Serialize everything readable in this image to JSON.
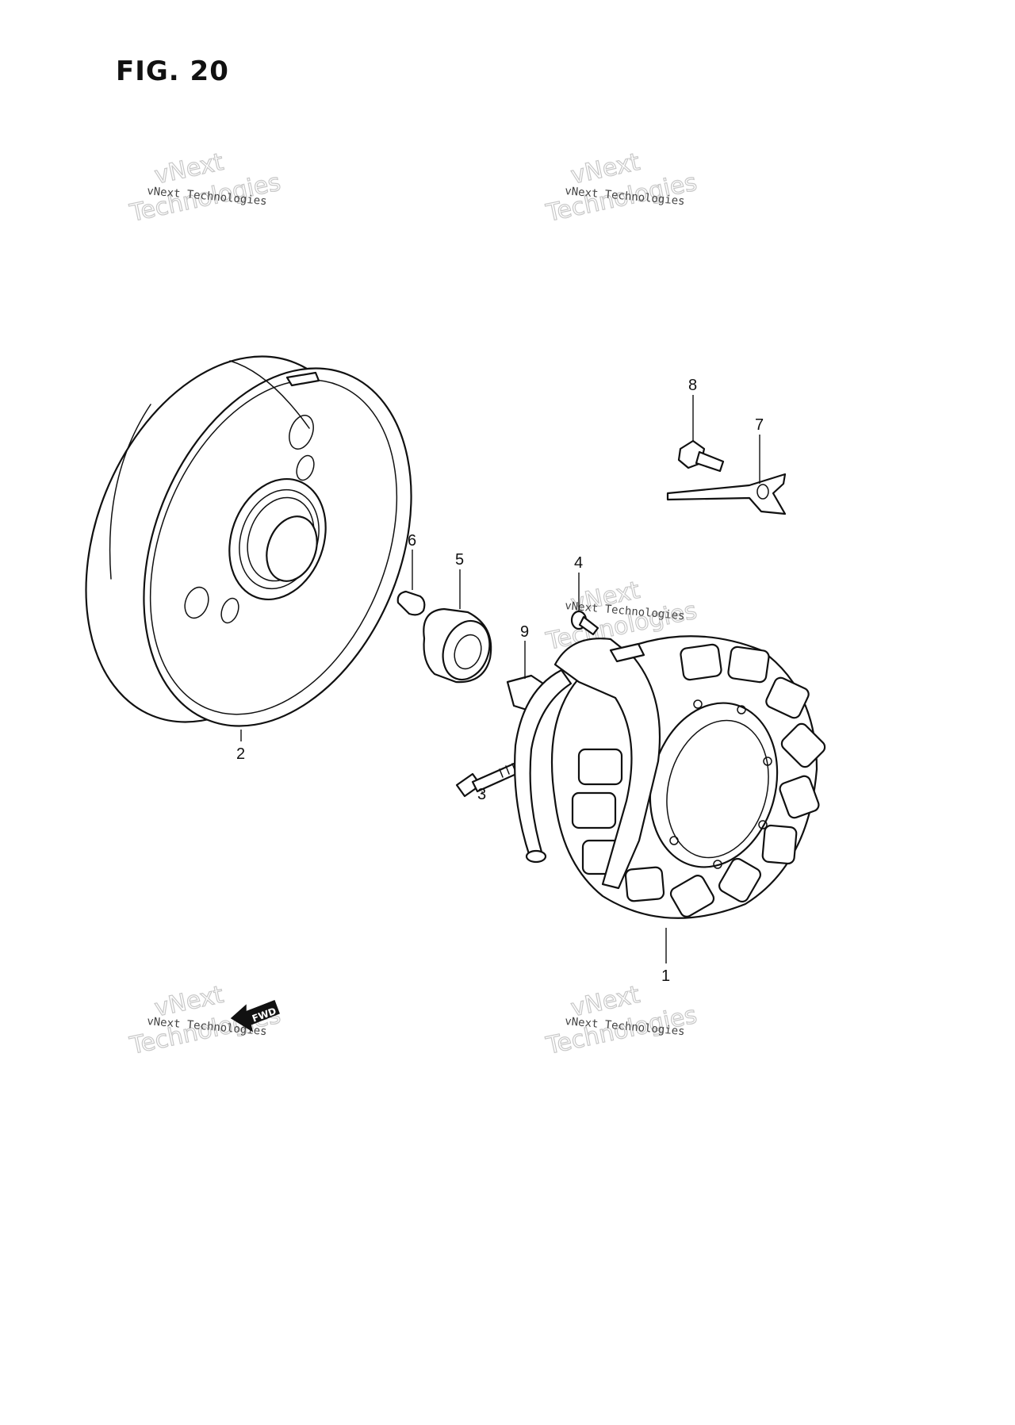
{
  "figure": {
    "title": "FIG. 20"
  },
  "watermark": {
    "text": "vNext Technologies",
    "ghost_top": "vNext",
    "ghost_bottom": "Technologies"
  },
  "fwd": {
    "label": "FWD"
  },
  "callouts": {
    "c1": "1",
    "c2": "2",
    "c3": "3",
    "c4": "4",
    "c5": "5",
    "c6": "6",
    "c7": "7",
    "c8": "8",
    "c9": "9"
  },
  "colors": {
    "line": "#111111",
    "background": "#ffffff",
    "watermark": "#c8c8c8"
  }
}
